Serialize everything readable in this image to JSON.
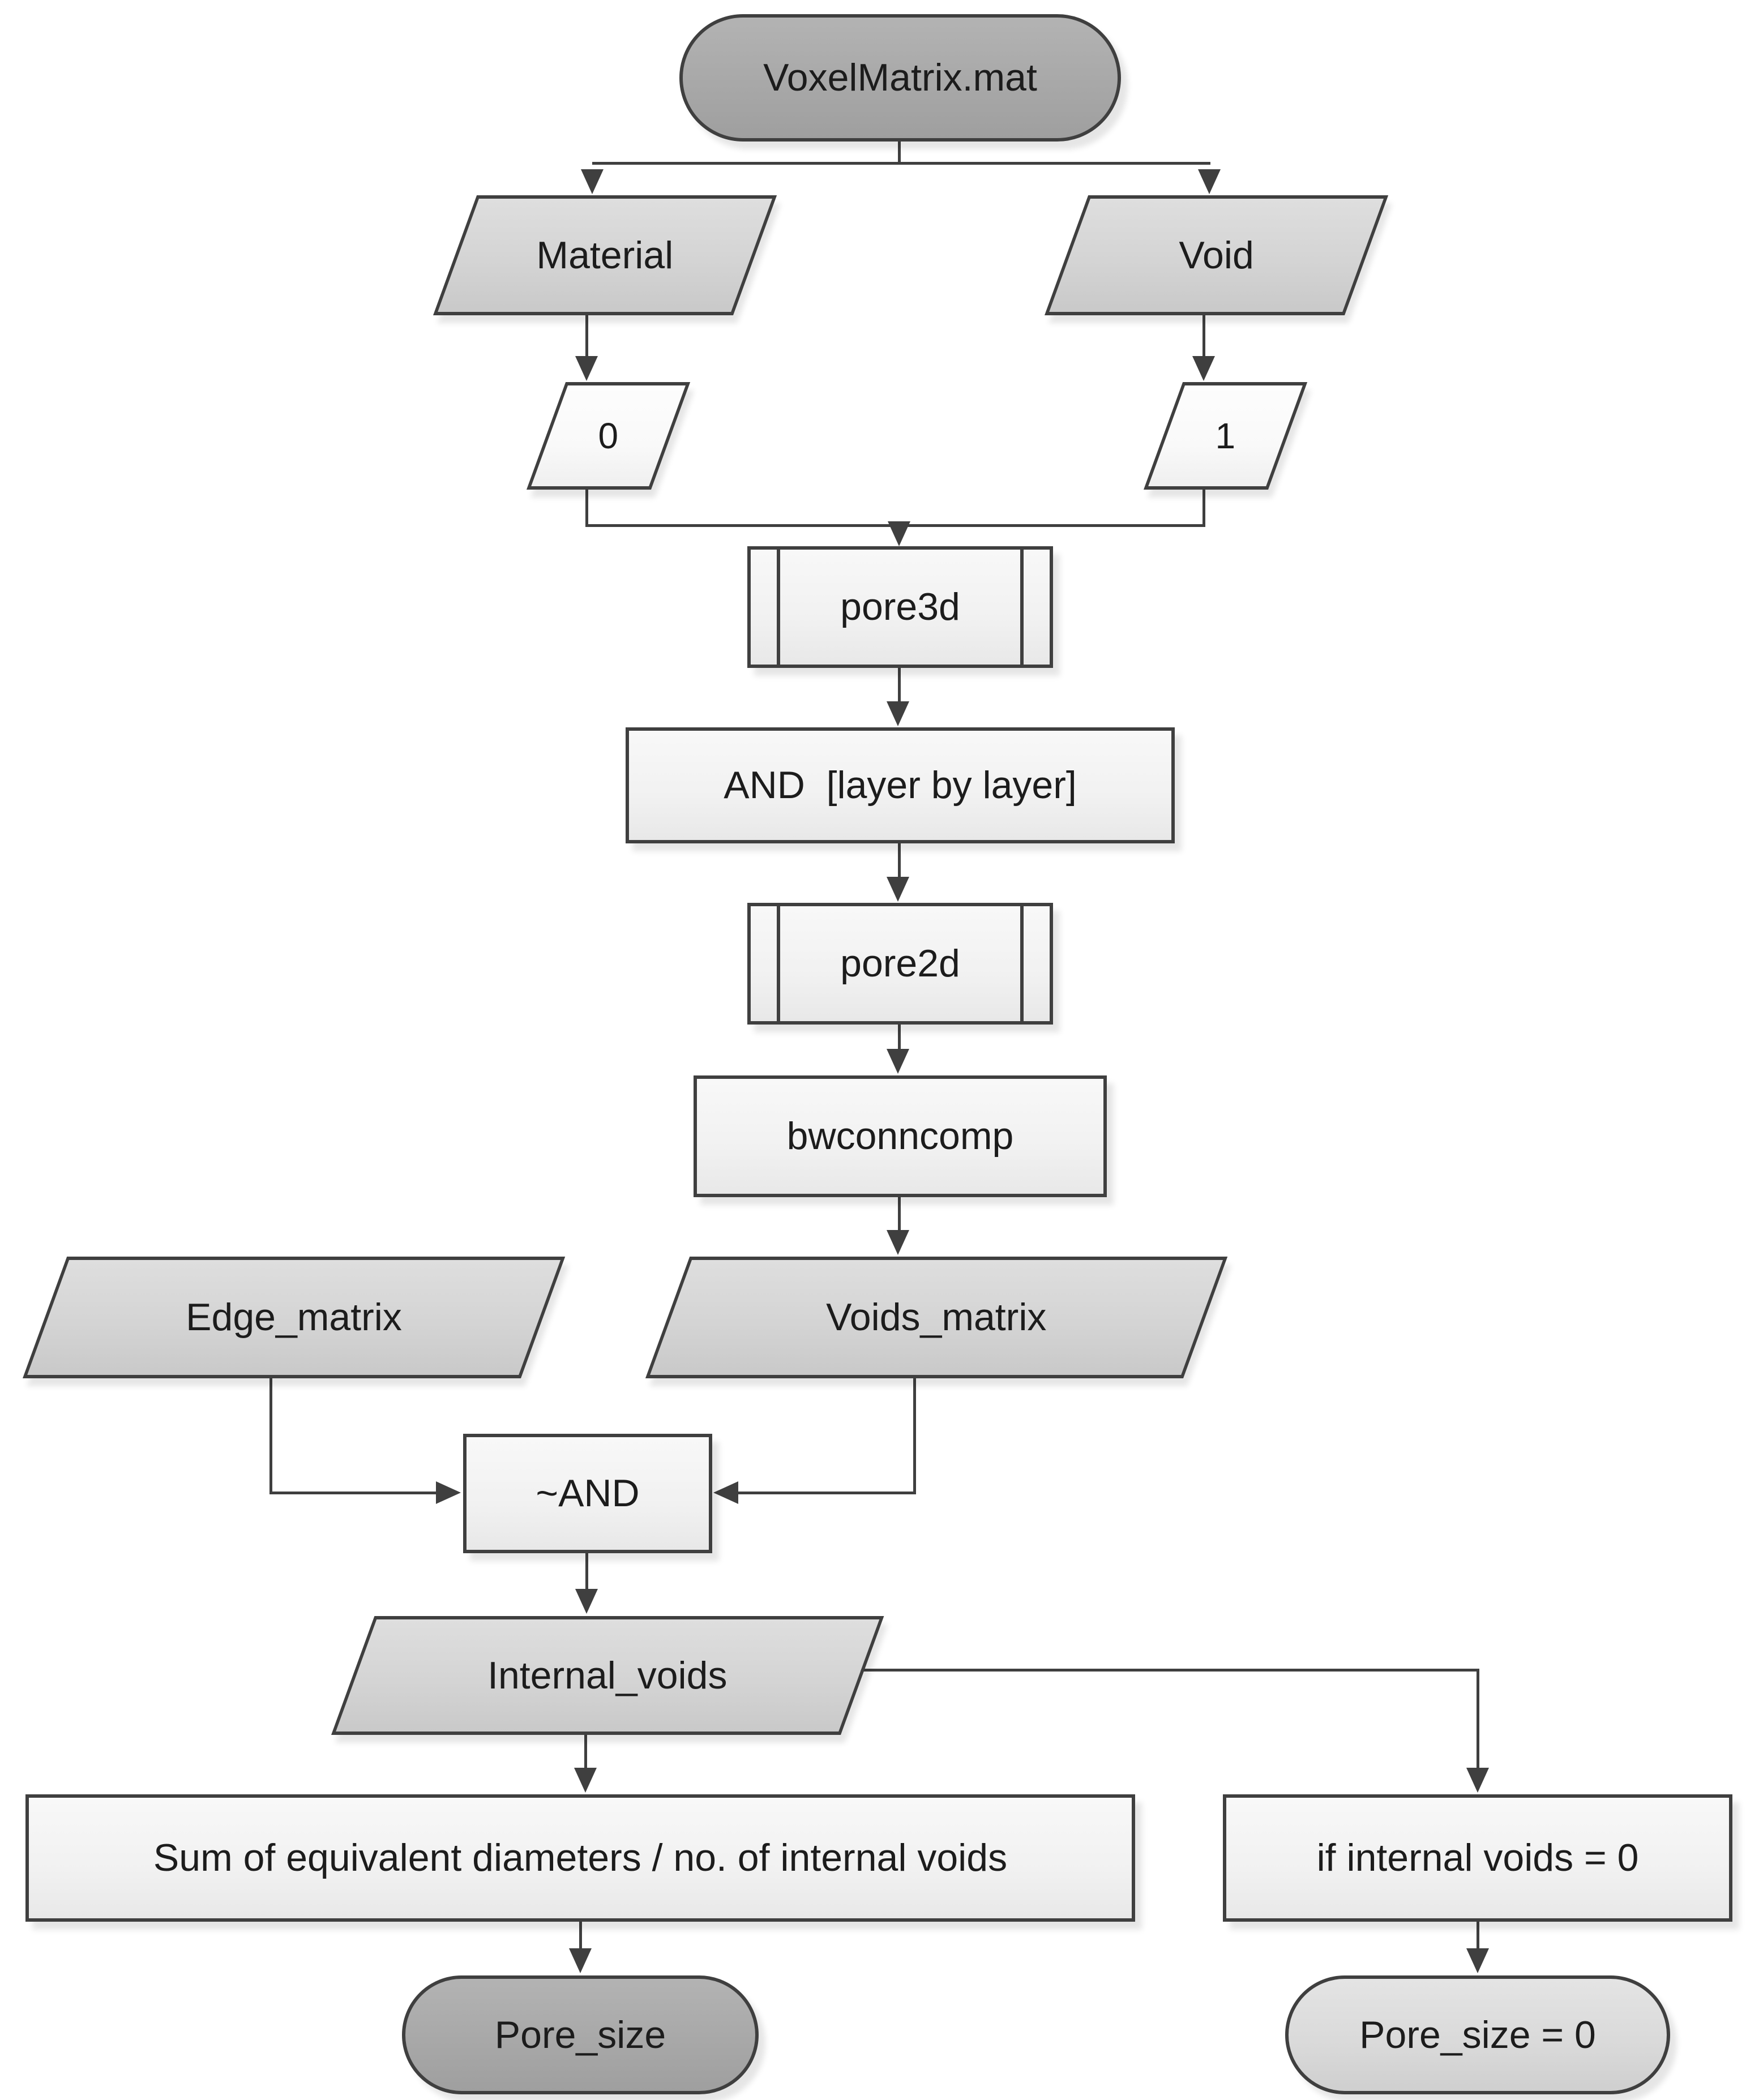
{
  "colors": {
    "line": "#3f3f3f",
    "border": "#3f3f3f",
    "text": "#1c1c1c",
    "fill_dark": "#a8a8a8",
    "fill_medium": "#d4d4d4",
    "fill_light": "#f1f1f1",
    "fill_white": "#f9f9f9",
    "fill_terminal_light": "#d9d9d9"
  },
  "nodes": {
    "voxel_matrix": {
      "label": "VoxelMatrix.mat",
      "shape": "terminator"
    },
    "material": {
      "label": "Material",
      "shape": "data"
    },
    "void": {
      "label": "Void",
      "shape": "data"
    },
    "zero": {
      "label": "0",
      "shape": "data"
    },
    "one": {
      "label": "1",
      "shape": "data"
    },
    "pore3d": {
      "label": "pore3d",
      "shape": "predefined-process"
    },
    "and_layer": {
      "label": "AND  [layer by layer]",
      "shape": "process"
    },
    "pore2d": {
      "label": "pore2d",
      "shape": "predefined-process"
    },
    "bwconncomp": {
      "label": "bwconncomp",
      "shape": "process"
    },
    "edge_matrix": {
      "label": "Edge_matrix",
      "shape": "data"
    },
    "voids_matrix": {
      "label": "Voids_matrix",
      "shape": "data"
    },
    "nand": {
      "label": "~AND",
      "shape": "process"
    },
    "internal_voids": {
      "label": "Internal_voids",
      "shape": "data"
    },
    "sum_diameters": {
      "label": "Sum of equivalent diameters / no. of internal voids",
      "shape": "process"
    },
    "pore_size": {
      "label": "Pore_size",
      "shape": "terminator"
    },
    "if_zero": {
      "label": "if internal voids = 0",
      "shape": "process"
    },
    "pore_size_zero": {
      "label": "Pore_size = 0",
      "shape": "terminator"
    }
  }
}
